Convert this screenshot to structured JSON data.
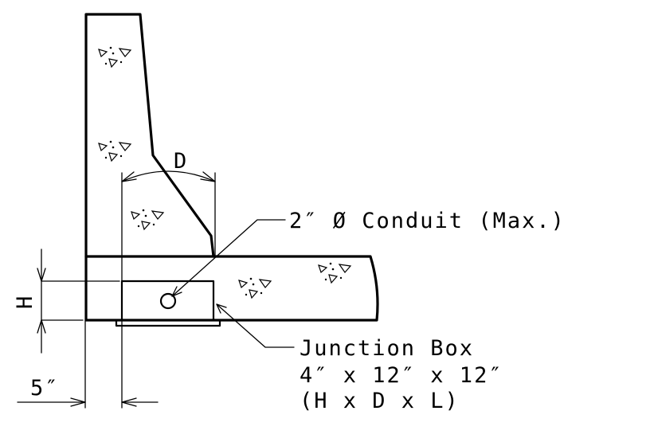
{
  "labels": {
    "dim_d": "D",
    "dim_h": "H",
    "dim_5in": "5″",
    "conduit": "2″ Ø Conduit (Max.)",
    "jbox_title": "Junction Box",
    "jbox_size": "4″ x 12″ x 12″",
    "jbox_order": "(H x D x L)"
  }
}
